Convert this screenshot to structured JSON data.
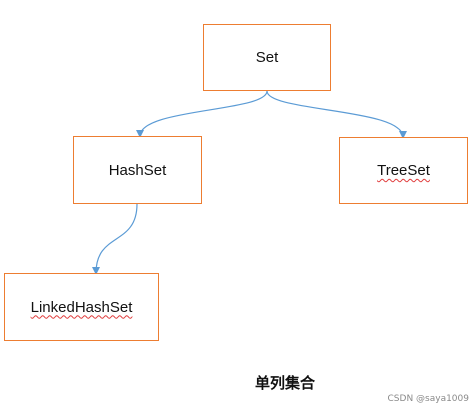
{
  "diagram": {
    "nodes": {
      "set": "Set",
      "hashset": "HashSet",
      "treeset": "TreeSet",
      "linkedhashset": "LinkedHashSet"
    },
    "caption": "单列集合",
    "watermark": "CSDN @saya1009"
  },
  "colors": {
    "box_border": "#ed7d31",
    "connector": "#5b9bd5",
    "spellcheck": "#e03b3b"
  }
}
